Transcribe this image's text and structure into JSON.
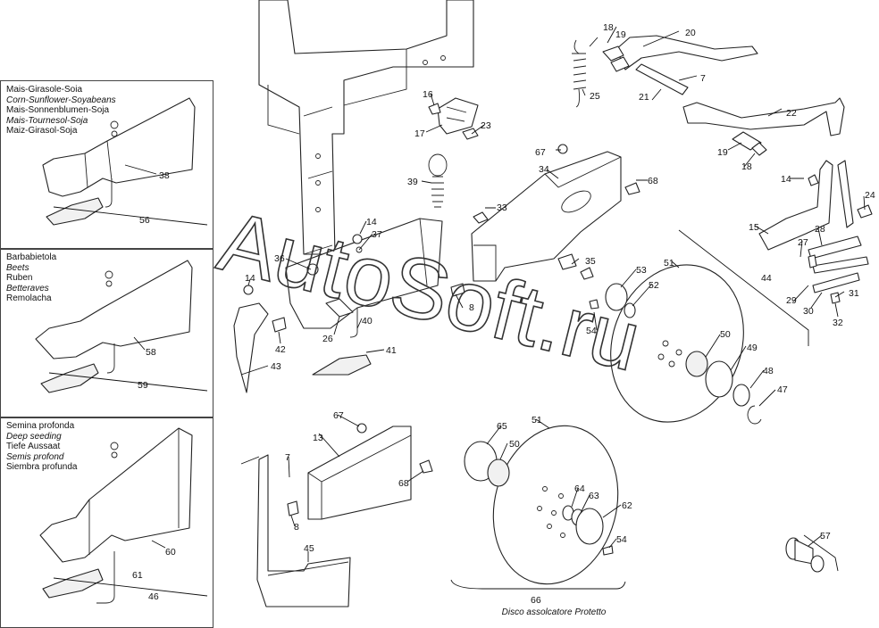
{
  "insets": [
    {
      "id": "mais",
      "lines": [
        {
          "text": "Mais-Girasole-Soia",
          "italic": false
        },
        {
          "text": "Corn-Sunflower-Soyabeans",
          "italic": true
        },
        {
          "text": "Mais-Sonnenblumen-Soja",
          "italic": false
        },
        {
          "text": "Mais-Tournesol-Soja",
          "italic": true
        },
        {
          "text": "Maiz-Girasol-Soja",
          "italic": false
        }
      ]
    },
    {
      "id": "beet",
      "lines": [
        {
          "text": "Barbabietola",
          "italic": false
        },
        {
          "text": "Beets",
          "italic": true
        },
        {
          "text": "Ruben",
          "italic": false
        },
        {
          "text": "Betteraves",
          "italic": true
        },
        {
          "text": "Remolacha",
          "italic": false
        }
      ]
    },
    {
      "id": "deep",
      "lines": [
        {
          "text": "Semina profonda",
          "italic": false
        },
        {
          "text": "Deep seeding",
          "italic": true
        },
        {
          "text": "Tiefe Aussaat",
          "italic": false
        },
        {
          "text": "Semis profond",
          "italic": true
        },
        {
          "text": "Siembra profunda",
          "italic": false
        }
      ]
    }
  ],
  "caption": "Disco assolcatore Protetto",
  "watermark": "AutoSoft.ru",
  "callouts": {
    "c38": "38",
    "c56": "56",
    "c58": "58",
    "c59": "59",
    "c60": "60",
    "c61": "61",
    "c46": "46",
    "c18a": "18",
    "c19a": "19",
    "c20": "20",
    "c7a": "7",
    "c21": "21",
    "c25": "25",
    "c22": "22",
    "c19b": "19",
    "c18b": "18",
    "c16": "16",
    "c17": "17",
    "c23": "23",
    "c67a": "67",
    "c68a": "68",
    "c34": "34",
    "c39": "39",
    "c33": "33",
    "c14a": "14",
    "c37": "37",
    "c36": "36",
    "c35": "35",
    "c8a": "8",
    "c14b": "14",
    "c42": "42",
    "c43": "43",
    "c26": "26",
    "c40": "40",
    "c41": "41",
    "c53": "53",
    "c52": "52",
    "c51a": "51",
    "c54a": "54",
    "c50a": "50",
    "c49": "49",
    "c48": "48",
    "c47": "47",
    "c44": "44",
    "c14c": "14",
    "c24": "24",
    "c15": "15",
    "c27": "27",
    "c28": "28",
    "c29": "29",
    "c30": "30",
    "c31": "31",
    "c32": "32",
    "c67b": "67",
    "c13": "13",
    "c7b": "7",
    "c68b": "68",
    "c8b": "8",
    "c45": "45",
    "c65": "65",
    "c50b": "50",
    "c51b": "51",
    "c64": "64",
    "c63": "63",
    "c62": "62",
    "c54b": "54",
    "c66": "66",
    "c57": "57"
  }
}
